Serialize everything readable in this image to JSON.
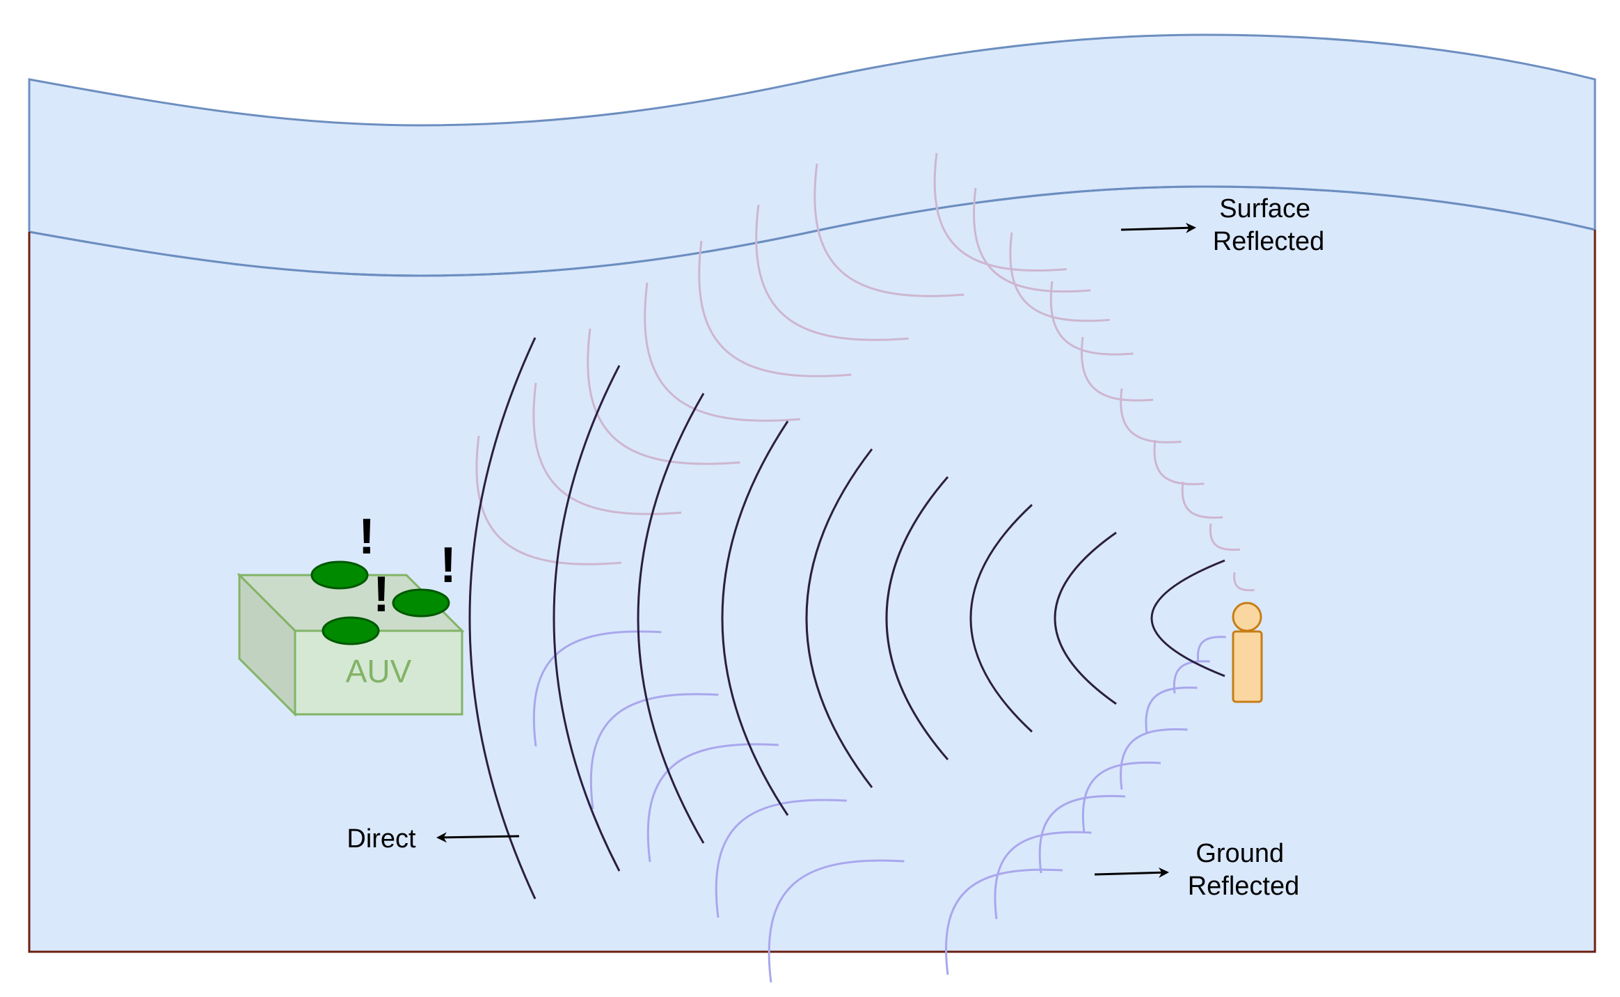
{
  "labels": {
    "auv": "AUV",
    "surface": [
      "Surface",
      "Reflected"
    ],
    "ground": [
      "Ground",
      "Reflected"
    ],
    "direct": "Direct",
    "alert_marks": [
      "!",
      "!",
      "!"
    ]
  },
  "colors": {
    "water_fill": "#dae8fc",
    "water_stroke": "#6c8ebf",
    "tank_outline": "#6b1e10",
    "auv_fill": "#d5e8d4",
    "auv_stroke": "#82b366",
    "auv_side": "#c2d2c1",
    "auv_top": "#cbdcca",
    "auv_label": "#82b366",
    "sensor_fill": "#008a00",
    "sensor_stroke": "#005700",
    "person_fill": "#fad7a0",
    "person_stroke": "#c77d14",
    "direct_wave": "#2b1f40",
    "surface_wave": "#cdb6cf",
    "ground_wave": "#a9a7ec",
    "text": "#000000"
  },
  "icons": {
    "auv": "auv-box-icon",
    "person": "person-icon",
    "arrow": "arrow-icon"
  }
}
